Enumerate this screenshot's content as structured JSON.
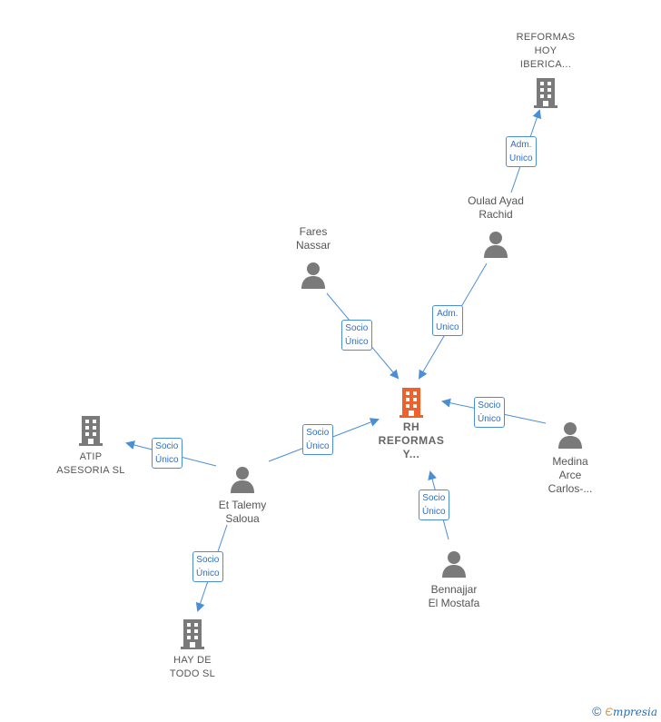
{
  "nodes": {
    "rh_reformas": {
      "label": "RH\nREFORMAS\nY...",
      "type": "company",
      "color": "#f0602a"
    },
    "reformas_hoy": {
      "label": "REFORMAS\nHOY\nIBERICA...",
      "type": "company",
      "color": "#7a7a7a"
    },
    "atip": {
      "label": "ATIP\nASESORIA  SL",
      "type": "company",
      "color": "#7a7a7a"
    },
    "hay_de_todo": {
      "label": "HAY DE\nTODO  SL",
      "type": "company",
      "color": "#7a7a7a"
    },
    "oulad": {
      "label": "Oulad Ayad\nRachid",
      "type": "person",
      "color": "#7a7a7a"
    },
    "fares": {
      "label": "Fares\nNassar",
      "type": "person",
      "color": "#7a7a7a"
    },
    "medina": {
      "label": "Medina\nArce\nCarlos-...",
      "type": "person",
      "color": "#7a7a7a"
    },
    "et_talemy": {
      "label": "Et Talemy\nSaloua",
      "type": "person",
      "color": "#7a7a7a"
    },
    "bennajjar": {
      "label": "Bennajjar\nEl Mostafa",
      "type": "person",
      "color": "#7a7a7a"
    }
  },
  "edges": [
    {
      "id": "e_oulad_reformas",
      "label": "Adm.\nUnico"
    },
    {
      "id": "e_oulad_rh",
      "label": "Adm.\nUnico"
    },
    {
      "id": "e_fares_rh",
      "label": "Socio\nÚnico"
    },
    {
      "id": "e_medina_rh",
      "label": "Socio\nÚnico"
    },
    {
      "id": "e_ettalemy_rh",
      "label": "Socio\nÚnico"
    },
    {
      "id": "e_ettalemy_atip",
      "label": "Socio\nÚnico"
    },
    {
      "id": "e_ettalemy_hay",
      "label": "Socio\nÚnico"
    },
    {
      "id": "e_bennajjar_rh",
      "label": "Socio\nÚnico"
    }
  ],
  "colors": {
    "edge": "#4a8ed8",
    "icon": "#7a7a7a",
    "center": "#f0602a"
  },
  "brand": {
    "symbol": "©",
    "e": "Є",
    "name": "mpresia"
  }
}
